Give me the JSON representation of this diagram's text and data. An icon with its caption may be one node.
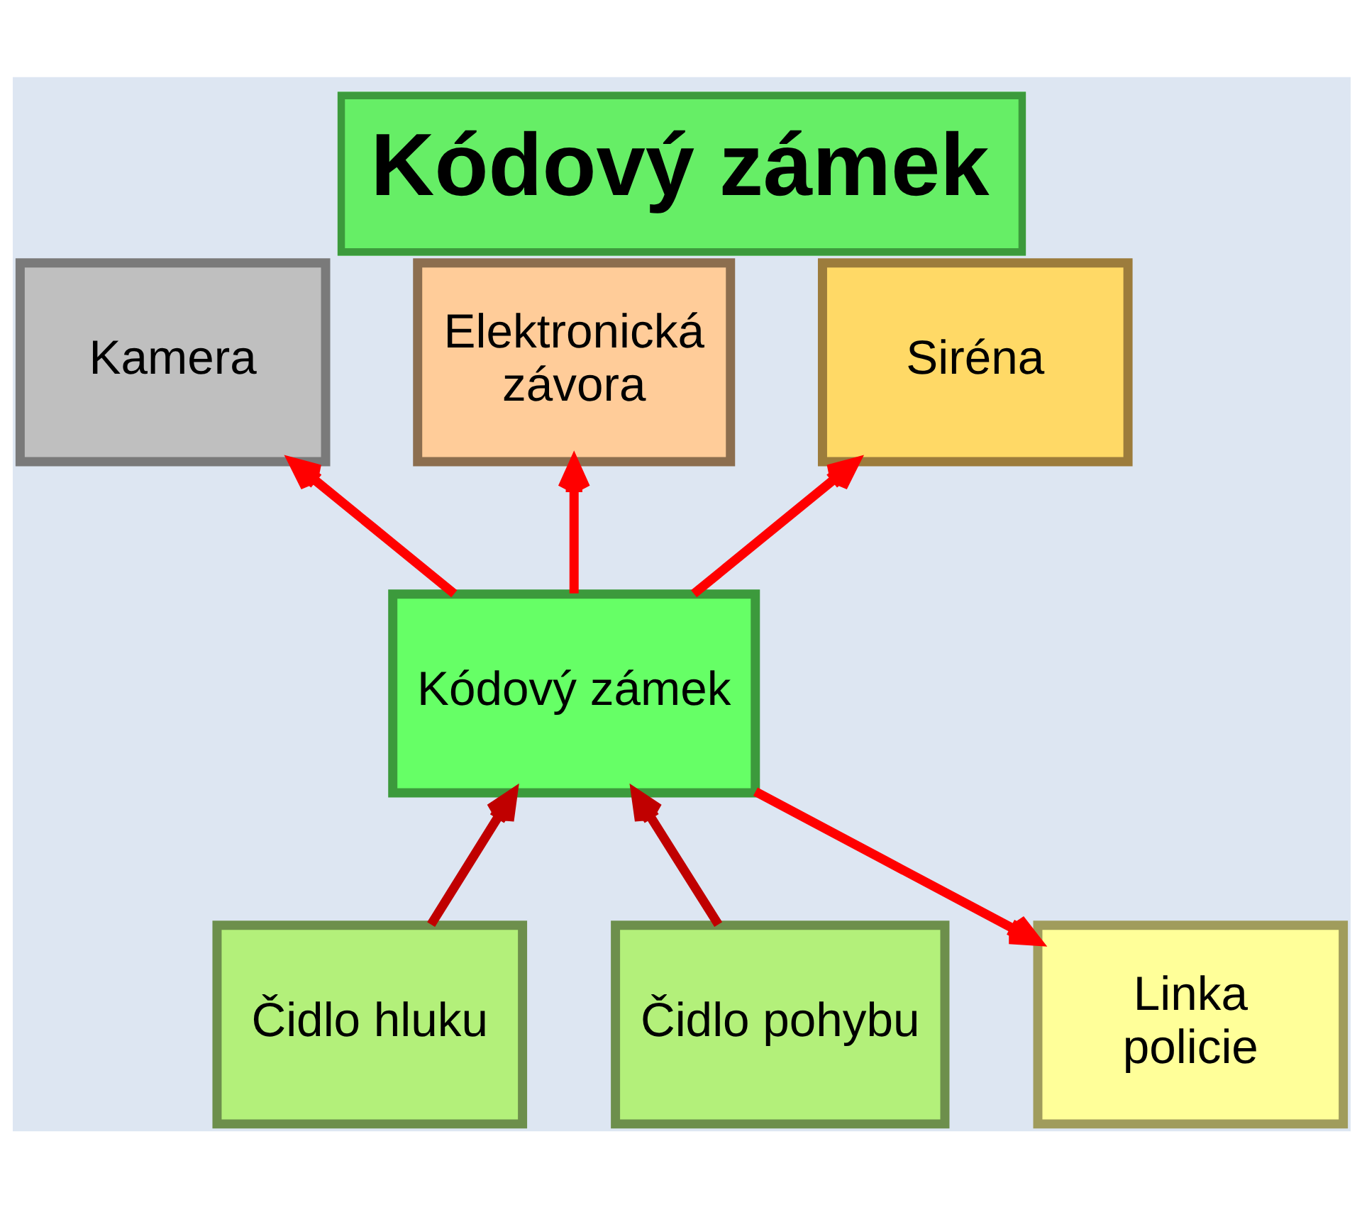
{
  "diagram": {
    "title": "Kódový zámek",
    "nodes": [
      {
        "text": [
          "Elektronická závora"
        ]
      },
      {
        "text": [
          "Kamera"
        ]
      },
      {
        "text": [
          "Siréna"
        ]
      },
      {
        "text": [
          "Kódový zámek"
        ]
      },
      {
        "text": [
          "Čidlo hluku"
        ]
      },
      {
        "text": [
          "Linka policie"
        ]
      },
      {
        "text": [
          "Čidlo pohybu"
        ]
      }
    ],
    "edges": [
      {
        "from": 3,
        "to": 1,
        "arrow": "to"
      },
      {
        "from": 3,
        "to": 0,
        "arrow": "to"
      },
      {
        "from": 3,
        "to": 2,
        "arrow": "to"
      },
      {
        "from": 4,
        "to": 3,
        "arrow": "to",
        "color": "#c00000"
      },
      {
        "from": 6,
        "to": 3,
        "arrow": "to",
        "color": "#c00000"
      },
      {
        "from": 3,
        "to": 5,
        "arrow": "to"
      }
    ]
  }
}
